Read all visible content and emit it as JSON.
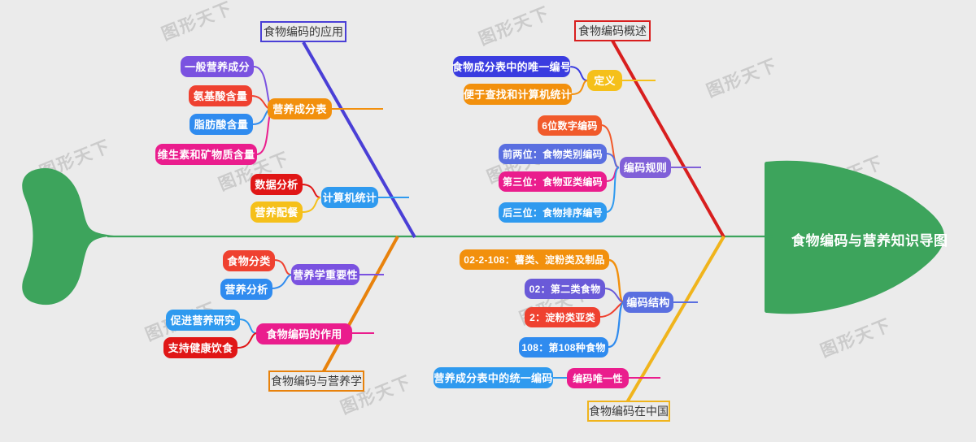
{
  "diagram": {
    "type": "fishbone",
    "background": "#ebebeb",
    "title": "食物编码与营养知识导图",
    "spine_color": "#3da45c",
    "head_color": "#3da45c",
    "watermark": "图形天下"
  },
  "categories": [
    {
      "id": "cat-application",
      "label": "食物编码的应用",
      "color": "#4a3fd6",
      "side": "top-left"
    },
    {
      "id": "cat-overview",
      "label": "食物编码概述",
      "color": "#d81e1e",
      "side": "top-right"
    },
    {
      "id": "cat-nutrition",
      "label": "食物编码与营养学",
      "color": "#e8820c",
      "side": "bottom-left"
    },
    {
      "id": "cat-china",
      "label": "食物编码在中国",
      "color": "#f0b41c",
      "side": "bottom-right"
    }
  ],
  "nodes": {
    "nutrition_table": {
      "label": "营养成分表",
      "color": "#f2900d"
    },
    "general_nutrients": {
      "label": "一般营养成分",
      "color": "#7a52e0"
    },
    "amino_acid": {
      "label": "氨基酸含量",
      "color": "#ef4130"
    },
    "fatty_acid": {
      "label": "脂肪酸含量",
      "color": "#2f8bef"
    },
    "vitamins_minerals": {
      "label": "维生素和矿物质含量",
      "color": "#ea1d8d"
    },
    "computer_stats": {
      "label": "计算机统计",
      "color": "#2f9aef"
    },
    "data_analysis": {
      "label": "数据分析",
      "color": "#e01616"
    },
    "nutrition_meal": {
      "label": "营养配餐",
      "color": "#f5c01a"
    },
    "definition": {
      "label": "定义",
      "color": "#f5c01a"
    },
    "unique_number": {
      "label": "食物成分表中的唯一编号",
      "color": "#3a3ce0"
    },
    "easy_search": {
      "label": "便于查找和计算机统计",
      "color": "#f2900d"
    },
    "coding_rule": {
      "label": "编码规则",
      "color": "#8060d8"
    },
    "six_digit": {
      "label": "6位数字编码",
      "color": "#f15a2b"
    },
    "first_two": {
      "label": "前两位：食物类别编码",
      "color": "#5a6fe0"
    },
    "third_digit": {
      "label": "第三位：食物亚类编码",
      "color": "#ea1d8d"
    },
    "last_three": {
      "label": "后三位：食物排序编号",
      "color": "#2f9aef"
    },
    "nutri_importance": {
      "label": "营养学重要性",
      "color": "#7a52e0"
    },
    "food_classify": {
      "label": "食物分类",
      "color": "#ef4130"
    },
    "nutri_analysis": {
      "label": "营养分析",
      "color": "#2f8bef"
    },
    "coding_function": {
      "label": "食物编码的作用",
      "color": "#ea1d8d"
    },
    "promote_research": {
      "label": "促进营养研究",
      "color": "#2f9aef"
    },
    "support_diet": {
      "label": "支持健康饮食",
      "color": "#e01616"
    },
    "coding_structure": {
      "label": "编码结构",
      "color": "#5a6fe0"
    },
    "example_full": {
      "label": "02-2-108：薯类、淀粉类及制品",
      "color": "#f2900d"
    },
    "example_02": {
      "label": "02：第二类食物",
      "color": "#6a5ad8"
    },
    "example_2": {
      "label": "2：淀粉类亚类",
      "color": "#ef4130"
    },
    "example_108": {
      "label": "108：第108种食物",
      "color": "#2f8bef"
    },
    "coding_unique": {
      "label": "编码唯一性",
      "color": "#ea1d8d"
    },
    "unified_code": {
      "label": "营养成分表中的统一编码",
      "color": "#2f9aef"
    }
  }
}
